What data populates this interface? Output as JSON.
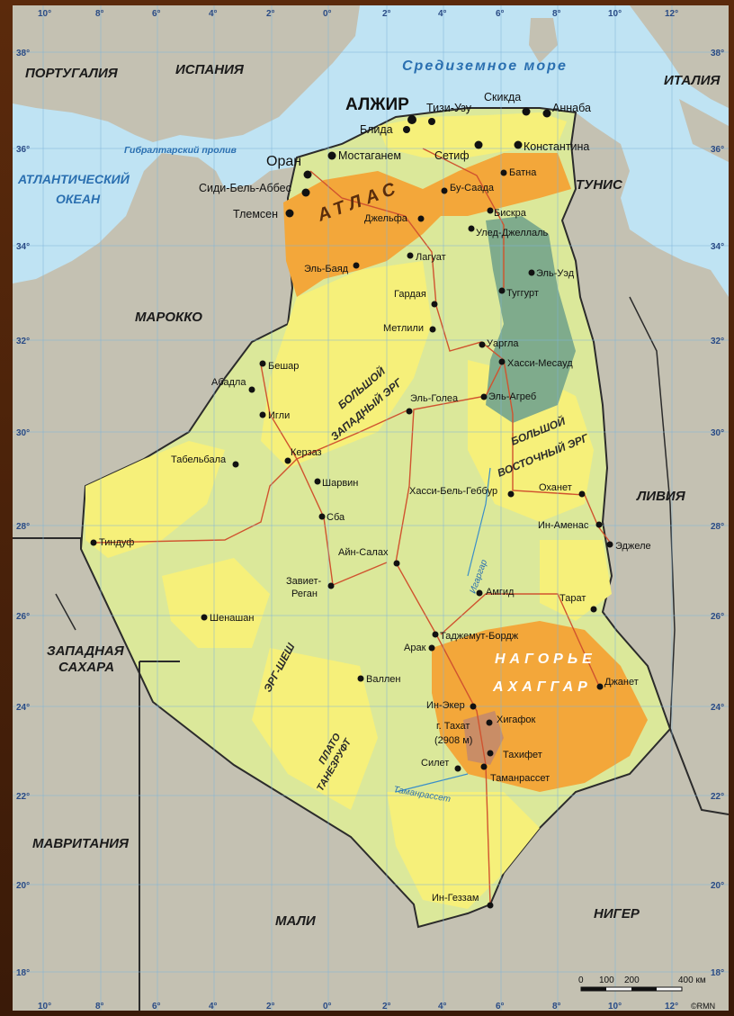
{
  "map": {
    "countries": {
      "portugal": "ПОРТУГАЛИЯ",
      "spain": "ИСПАНИЯ",
      "italy": "ИТАЛИЯ",
      "morocco": "МАРОККО",
      "tunisia": "ТУНИС",
      "libya": "ЛИВИЯ",
      "west_sahara_1": "ЗАПАДНАЯ",
      "west_sahara_2": "САХАРА",
      "mauritania": "МАВРИТАНИЯ",
      "mali": "МАЛИ",
      "niger": "НИГЕР"
    },
    "water": {
      "mediterranean": "Средиземное море",
      "gibraltar": "Гибралтарский пролив",
      "atlantic_1": "АТЛАНТИЧЕСКИЙ",
      "atlantic_2": "ОКЕАН"
    },
    "capital": "АЛЖИР",
    "cities": {
      "blida": "Блида",
      "tizi": "Тизи-Узу",
      "skikda": "Скикда",
      "annaba": "Аннаба",
      "oran": "Оран",
      "mostaganem": "Мостаганем",
      "setif": "Сетиф",
      "constantine": "Константина",
      "batna": "Батна",
      "sba_abbes": "Сиди-Бель-Аббес",
      "tlemcen": "Тлемсен",
      "bou_saada": "Бу-Саада",
      "djelfa": "Джельфа",
      "biskra": "Бискра",
      "ouled": "Улед-Джеллаль",
      "laghouat": "Лагуат",
      "el_bayadh": "Эль-Баяд",
      "el_oued": "Эль-Уэд",
      "ghardaia": "Гардая",
      "touggourt": "Туггурт",
      "metlili": "Метлили",
      "ouargla": "Уаргла",
      "hassi_mess": "Хасси-Месауд",
      "bechar": "Бешар",
      "abadla": "Абадла",
      "igli": "Игли",
      "el_golea": "Эль-Голеа",
      "el_agreb": "Эль-Агреб",
      "tabelbala": "Табельбала",
      "kerzaz": "Керзаз",
      "sharvin": "Шарвин",
      "hassi_bel": "Хасси-Бель-Геббур",
      "ohanet": "Оханет",
      "in_amenas": "Ин-Аменас",
      "sba": "Сба",
      "tindouf": "Тиндуф",
      "edjele": "Эджеле",
      "ain_salah": "Айн-Салах",
      "zaouiet_1": "Завиет-",
      "zaouiet_2": "Реган",
      "amguid": "Амгид",
      "tarat": "Тарат",
      "chenachane": "Шенашан",
      "tadjemout": "Таджемут-Бордж",
      "arak": "Арак",
      "djanet": "Джанет",
      "vallen": "Валлен",
      "in_ekker": "Ин-Экер",
      "tahat_1": "г. Тахат",
      "tahat_2": "(2908 м)",
      "hirafok": "Хигафок",
      "tahifet": "Тахифет",
      "silet": "Силет",
      "tamanrasset": "Таманрассет",
      "in_guezzam": "Ин-Геззам"
    },
    "regions": {
      "atlas": "АТЛАС",
      "big_west_1": "БОЛЬШОЙ",
      "big_west_2": "ЗАПАДНЫЙ ЭРГ",
      "big_east_1": "БОЛЬШОЙ",
      "big_east_2": "ВОСТОЧНЫЙ ЭРГ",
      "ahaggar_1": "НАГОРЬЕ",
      "ahaggar_2": "АХАГГАР",
      "erg_chech": "ЭРГ-ШЕШ",
      "tanezrouft_1": "ПЛАТО",
      "tanezrouft_2": "ТАНЕЗРУФТ"
    },
    "rivers": {
      "igharghar": "Игаргар",
      "tamanrasset_r": "Таманрассет"
    },
    "coords_top": [
      "10°",
      "8°",
      "6°",
      "4°",
      "2°",
      "0°",
      "2°",
      "4°",
      "6°",
      "8°",
      "10°",
      "12°"
    ],
    "coords_bottom": [
      "10°",
      "8°",
      "6°",
      "4°",
      "2°",
      "0°",
      "2°",
      "4°",
      "6°",
      "8°",
      "10°",
      "12°"
    ],
    "coords_left": [
      "38°",
      "36°",
      "34°",
      "32°",
      "30°",
      "28°",
      "26°",
      "24°",
      "22°",
      "20°",
      "18°"
    ],
    "coords_right": [
      "38°",
      "36°",
      "34°",
      "32°",
      "30°",
      "28°",
      "26°",
      "24°",
      "22°",
      "20°",
      "18°"
    ],
    "scale": {
      "labels": [
        "0",
        "100",
        "200",
        "400 км"
      ],
      "credit": "©RMN"
    },
    "colors": {
      "sea": "#bfe3f3",
      "land": "#c4c1b2",
      "lowland": "#f6f07a",
      "plain": "#dbe89a",
      "mid": "#b9d38a",
      "high": "#f3a73a",
      "peak": "#d07a3a",
      "depression": "#7fab8c",
      "border": "#2b2b2b",
      "road": "#d0532f"
    }
  }
}
